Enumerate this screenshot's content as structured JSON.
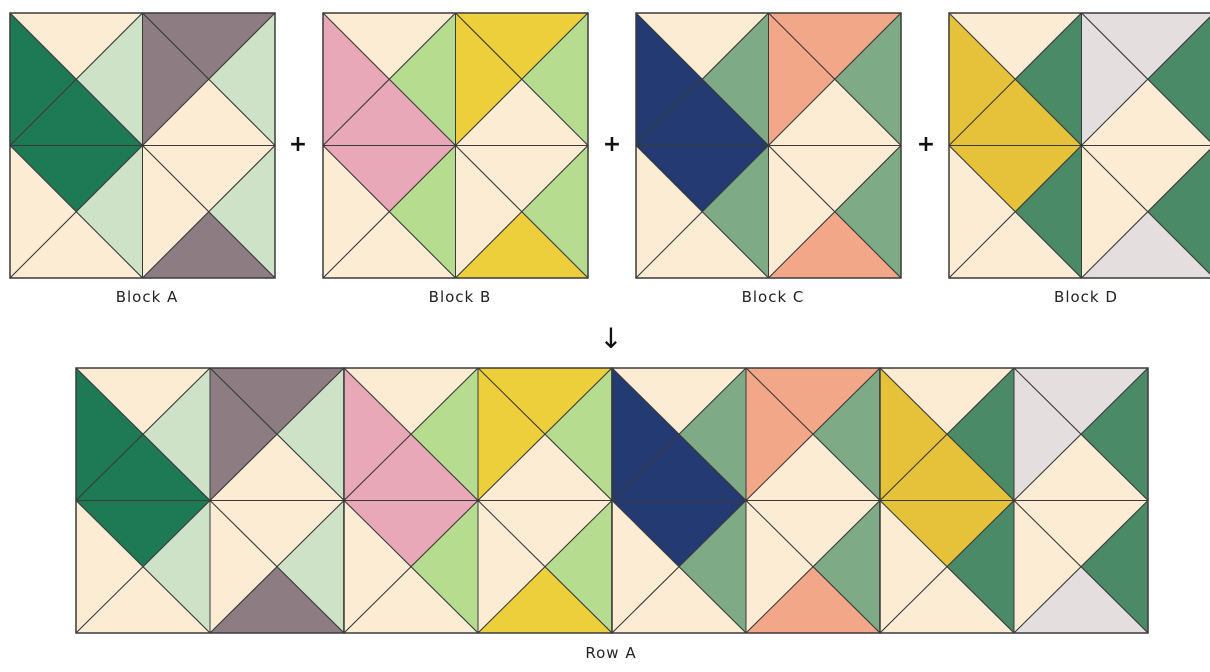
{
  "labels": {
    "block_a": "Block A",
    "block_b": "Block B",
    "block_c": "Block C",
    "block_d": "Block D",
    "row_a": "Row A",
    "plus": "+",
    "arrow": "↓"
  },
  "colors": {
    "cream": "#fdecd4",
    "line": "#3a3a3a",
    "a_light": "#cde2c6",
    "a_dark": "#1e7a55",
    "a_print": "#8d7d82",
    "b_light": "#b6dd8f",
    "b_pink": "#e9a8b8",
    "b_yellow": "#eccf3a",
    "c_sage": "#7faa86",
    "c_navy": "#243a73",
    "c_peach": "#f2a888",
    "d_dark": "#4a8a66",
    "d_yellow": "#e6c23a",
    "d_grey": "#e4dede"
  },
  "blocks": [
    {
      "id": "A",
      "label_key": "block_a",
      "light": "a_light",
      "big": "a_dark",
      "print": "a_print"
    },
    {
      "id": "B",
      "label_key": "block_b",
      "light": "b_light",
      "big": "b_pink",
      "print": "b_yellow"
    },
    {
      "id": "C",
      "label_key": "block_c",
      "light": "c_sage",
      "big": "c_navy",
      "print": "c_peach"
    },
    {
      "id": "D",
      "label_key": "block_d",
      "light": "d_dark",
      "big": "d_yellow",
      "print": "d_grey"
    }
  ]
}
